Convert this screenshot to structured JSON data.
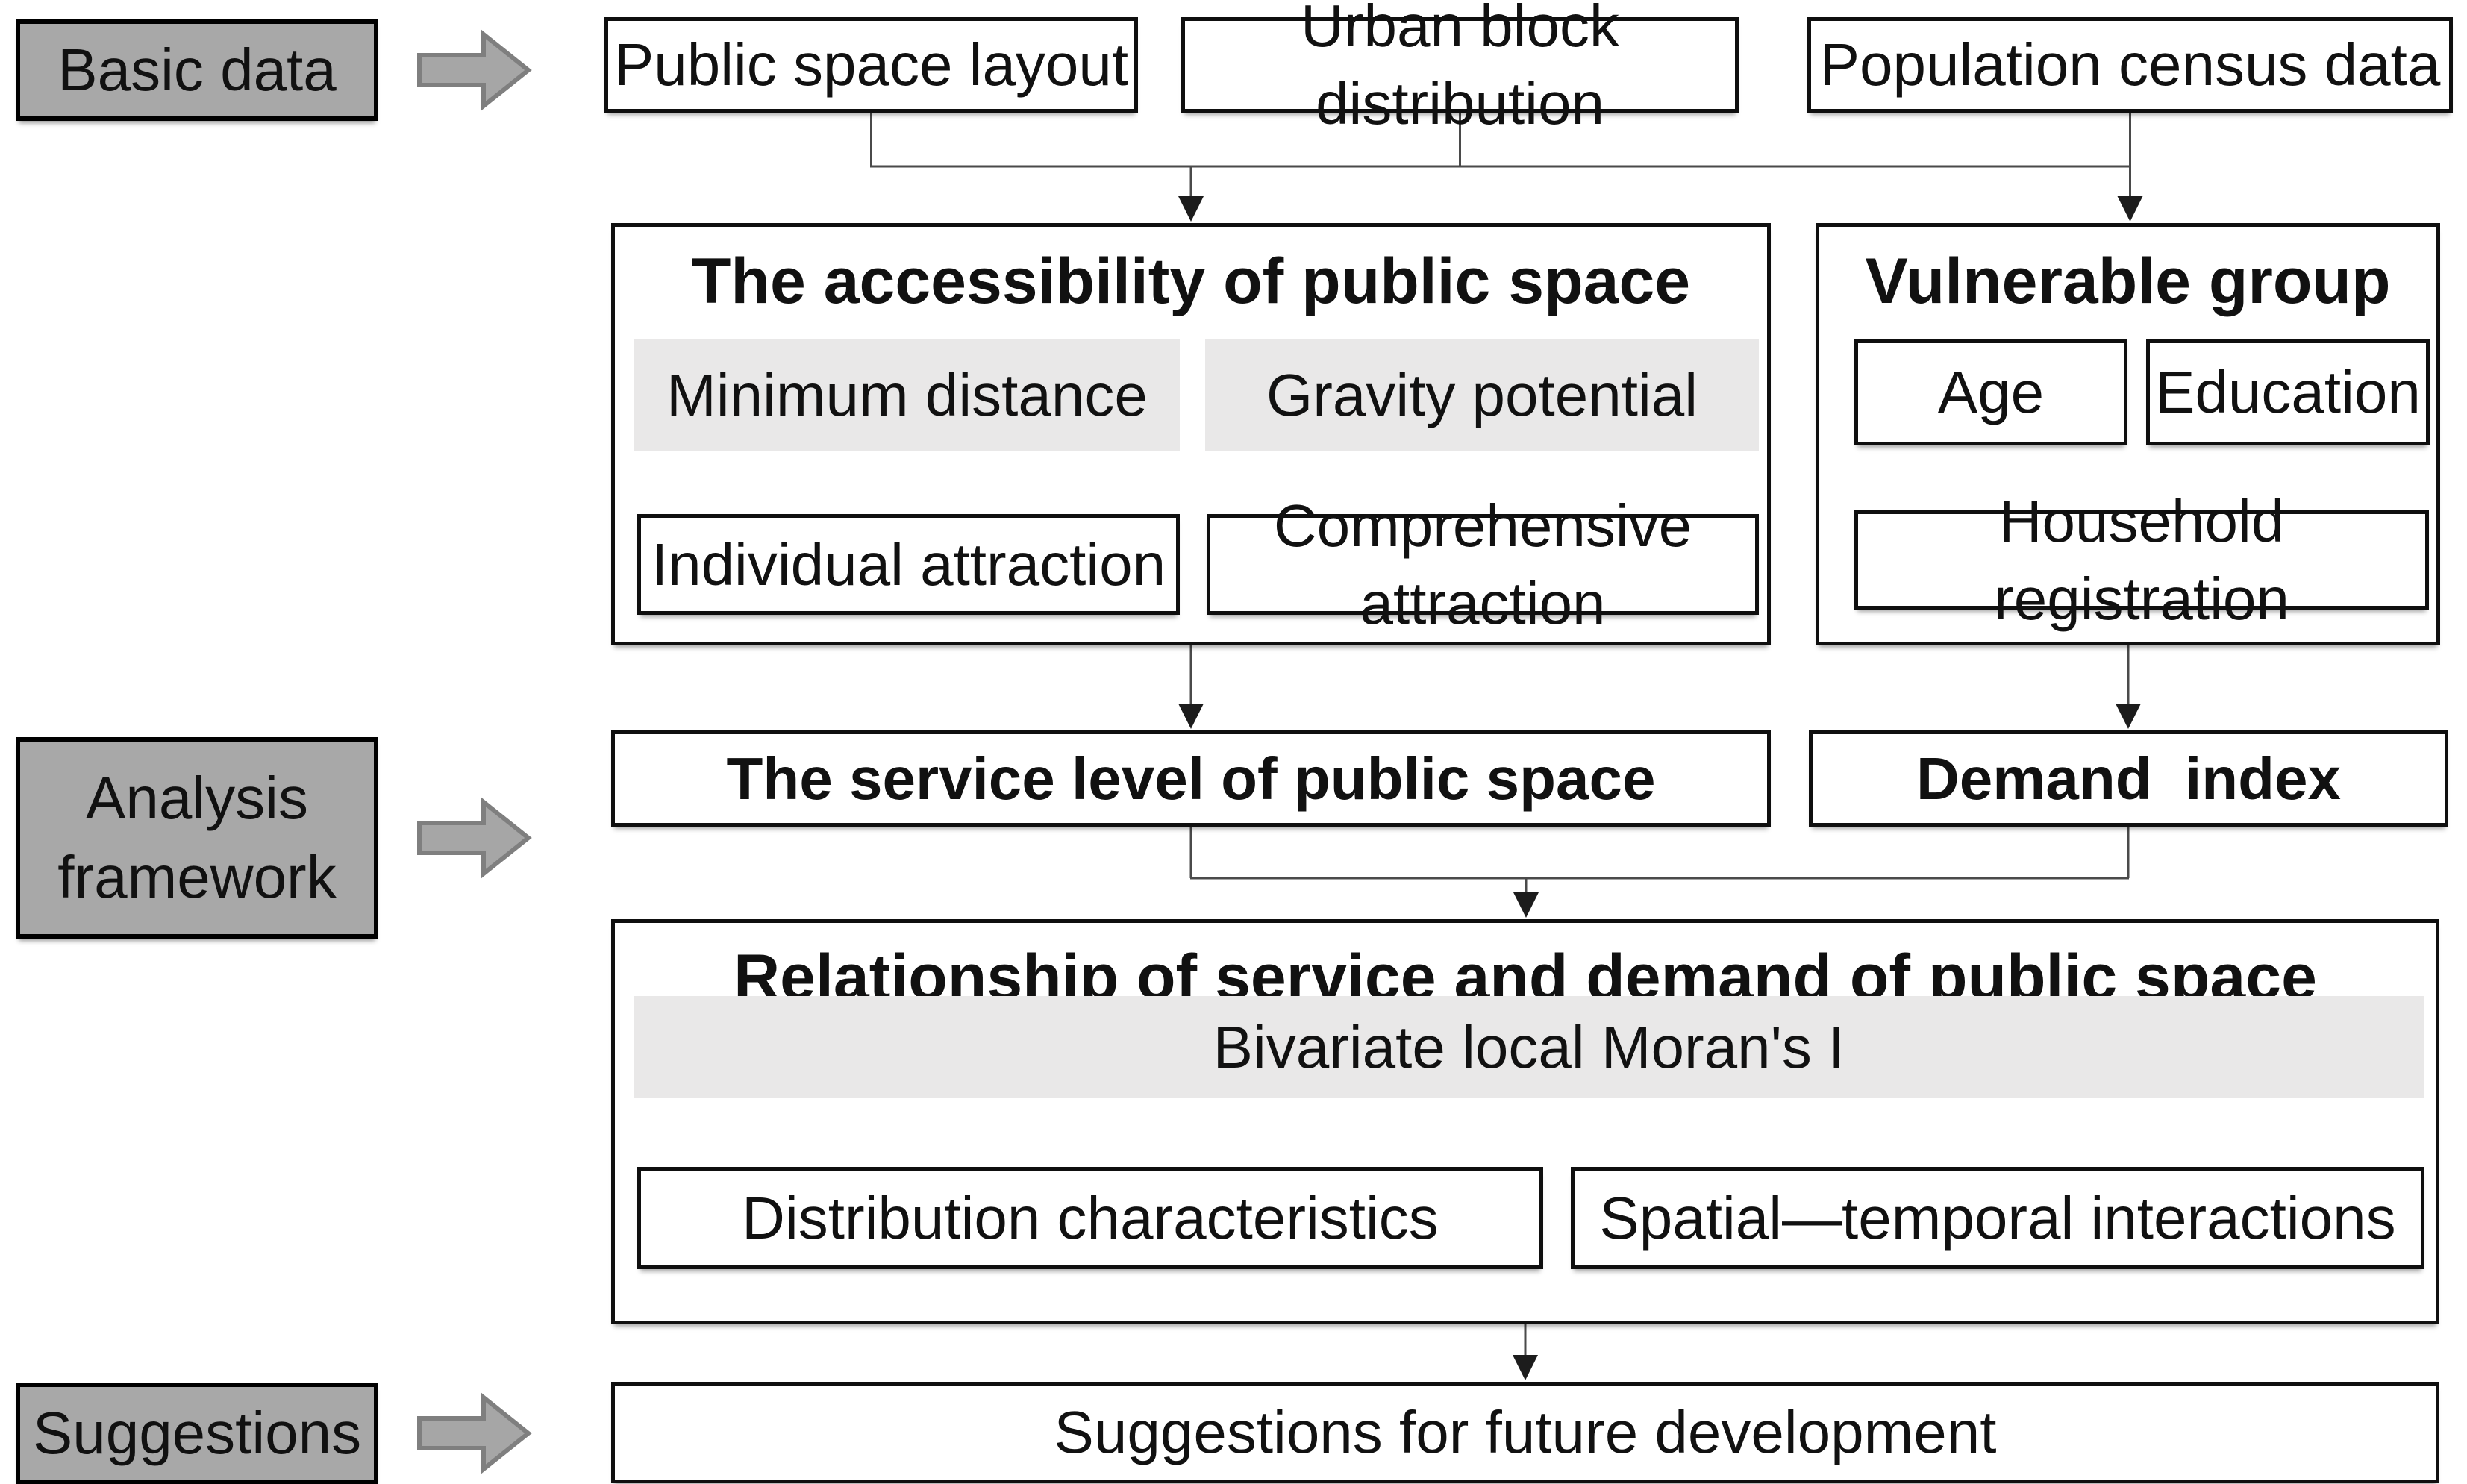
{
  "labels": {
    "basic": "Basic data",
    "analysis": "Analysis framework",
    "suggestions": "Suggestions"
  },
  "top": {
    "box1": "Public space layout",
    "box2": "Urban block distribution",
    "box3": "Population census data"
  },
  "accessibility": {
    "title": "The accessibility of public space",
    "method1": "Minimum distance",
    "method2": "Gravity potential",
    "output1": "Individual attraction",
    "output2": "Comprehensive attraction"
  },
  "vulnerable": {
    "title": "Vulnerable group",
    "factor1": "Age",
    "factor2": "Education",
    "factor3": "Household registration"
  },
  "mid": {
    "service": "The service level of public space",
    "demand": "Demand  index"
  },
  "relationship": {
    "title": "Relationship of service and demand of public space",
    "method": "Bivariate local Moran's I",
    "output1": "Distribution characteristics",
    "output2": "Spatial—temporal interactions"
  },
  "bottom": {
    "suggestion": "Suggestions for future development"
  },
  "colors": {
    "label_fill": "#a8a8a8",
    "band_fill": "#e9e8e8",
    "arrow_fill": "#a6a6a6",
    "arrow_stroke": "#7f7f7f",
    "line_color": "#4a4a4a",
    "border_color": "#0f0f0f"
  }
}
